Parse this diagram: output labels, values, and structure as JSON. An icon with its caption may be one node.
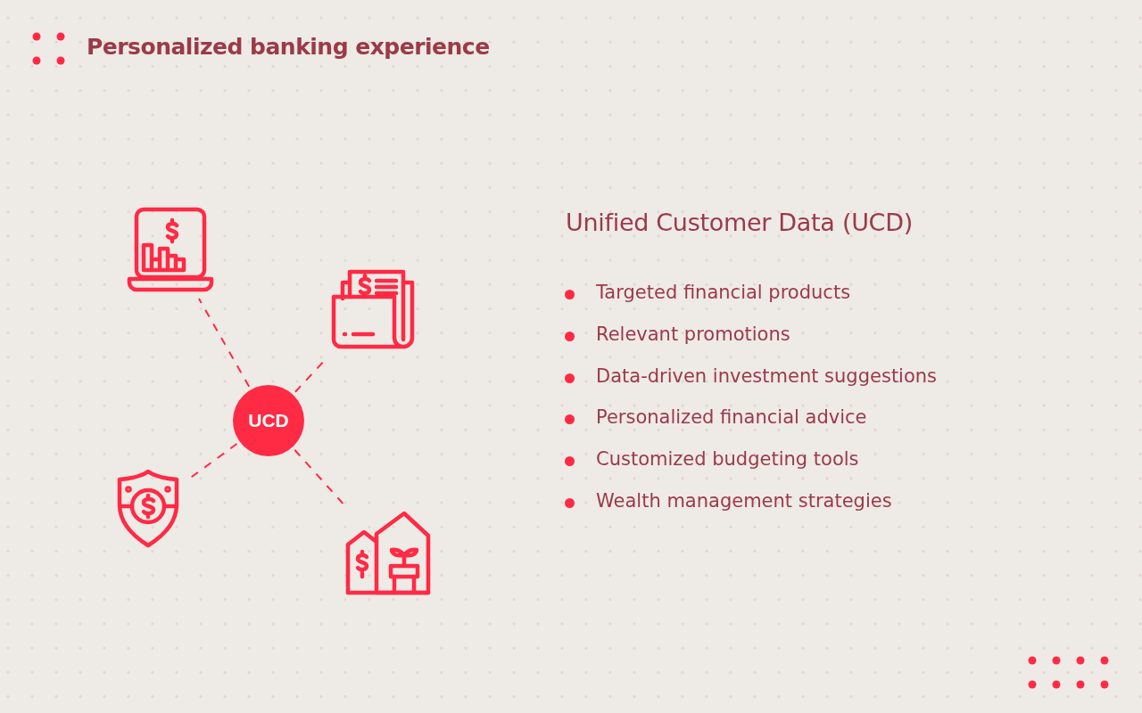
{
  "diagram": {
    "title": "Personalized banking experience",
    "nodes": [
      {
        "text": [
          "UCD"
        ]
      },
      {
        "text": [],
        "shape": "picture"
      },
      {
        "text": [],
        "shape": "picture"
      },
      {
        "text": [],
        "shape": "picture"
      },
      {
        "text": [],
        "shape": "picture"
      }
    ],
    "edges": [
      {
        "from": 0,
        "to": 1,
        "arrow": "none",
        "style": "dashed"
      },
      {
        "from": 0,
        "to": 2,
        "arrow": "none",
        "style": "dashed"
      },
      {
        "from": 0,
        "to": 3,
        "arrow": "none",
        "style": "dashed"
      },
      {
        "from": 0,
        "to": 4,
        "arrow": "none",
        "style": "dashed"
      }
    ],
    "labels": [
      "Unified Customer Data (UCD)",
      "Targeted financial products",
      "Relevant promotions",
      "Data-driven investment suggestions",
      "Personalized financial advice",
      "Customized budgeting tools",
      "Wealth management strategies"
    ]
  }
}
